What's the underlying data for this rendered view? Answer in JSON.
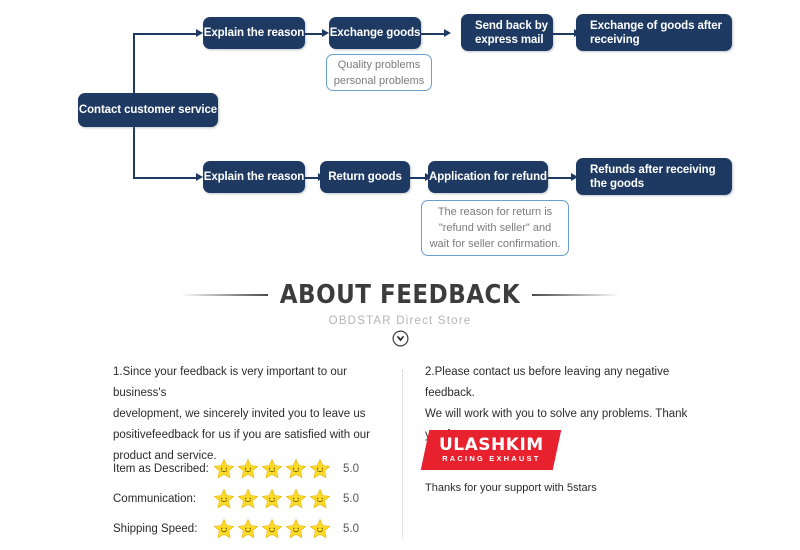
{
  "flowchart": {
    "root": {
      "label": "Contact customer service"
    },
    "top_row": [
      {
        "label": "Explain the reason"
      },
      {
        "label": "Exchange goods"
      },
      {
        "label": "Send back by express mail"
      },
      {
        "label": "Exchange of goods after receiving"
      }
    ],
    "top_note": {
      "line1": "Quality problems",
      "line2": "personal problems"
    },
    "bottom_row": [
      {
        "label": "Explain the reason"
      },
      {
        "label": "Return goods"
      },
      {
        "label": "Application for refund"
      },
      {
        "label": "Refunds after receiving the goods"
      }
    ],
    "bottom_note": {
      "line1": "The reason for return is",
      "line2": "\"refund with seller\" and",
      "line3": "wait for seller confirmation."
    },
    "colors": {
      "box": "#1e3a63",
      "note_border": "#6b9ed0",
      "note_text": "#7b7b7b"
    }
  },
  "feedback_header": {
    "title": "ABOUT FEEDBACK",
    "subtitle": "OBDSTAR Direct Store",
    "chevron_icon": "chevron-down-circle-icon"
  },
  "left_column": {
    "paragraph": {
      "line1": "1.Since your feedback is very important to our business's",
      "line2": "development, we sincerely invited you to leave us",
      "line3": "positivefeedback for us if you are satisfied with our",
      "line4": "product and service."
    },
    "ratings": [
      {
        "label": "Item as Described:",
        "stars": 5,
        "score": "5.0"
      },
      {
        "label": "Communication:",
        "stars": 5,
        "score": "5.0"
      },
      {
        "label": "Shipping Speed:",
        "stars": 5,
        "score": "5.0"
      }
    ]
  },
  "right_column": {
    "paragraph": {
      "line1": "2.Please contact us before leaving any negative feedback.",
      "line2": "We will work with you to solve any problems. Thank you for",
      "line3": "your understanding!"
    },
    "logo": {
      "brand": "ULASHKIM",
      "tagline": "RACING EXHAUST",
      "color": "#e8212e",
      "caption": "Thanks for your support with 5stars"
    }
  }
}
